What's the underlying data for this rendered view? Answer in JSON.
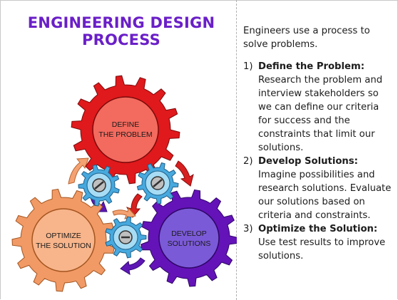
{
  "title": {
    "line1": "ENGINEERING DESIGN",
    "line2": "PROCESS"
  },
  "colors": {
    "title": "#6a1fc8",
    "gear_red": "#e0191c",
    "gear_red_inner": "#f36a5e",
    "gear_orange": "#f19a66",
    "gear_orange_inner": "#f8b48a",
    "gear_purple": "#6413b8",
    "gear_purple_inner": "#7b5ad8",
    "gear_small": "#47a9de",
    "gear_small_inner": "#a7dcf5",
    "arrow_orange": "#f4a272",
    "arrow_red": "#d71f1f",
    "arrow_purple": "#5e17b5"
  },
  "gears": {
    "define": {
      "line1": "DEFINE",
      "line2": "THE PROBLEM"
    },
    "optimize": {
      "line1": "OPTIMIZE",
      "line2": "THE SOLUTION"
    },
    "develop": {
      "line1": "DEVELOP",
      "line2": "SOLUTIONS"
    }
  },
  "description": {
    "intro": "Engineers use a process to solve problems.",
    "steps": [
      {
        "number": "1)",
        "heading": "Define the Problem:",
        "text": " Research the problem and interview stakeholders so we can define our criteria for success and the constraints that limit our solutions."
      },
      {
        "number": "2)",
        "heading": "Develop Solutions:",
        "text": " Imagine possibilities and research solutions. Evaluate our solutions based on criteria and constraints."
      },
      {
        "number": "3)",
        "heading": "Optimize the Solution:",
        "text": " Use test results to improve solutions."
      }
    ]
  }
}
